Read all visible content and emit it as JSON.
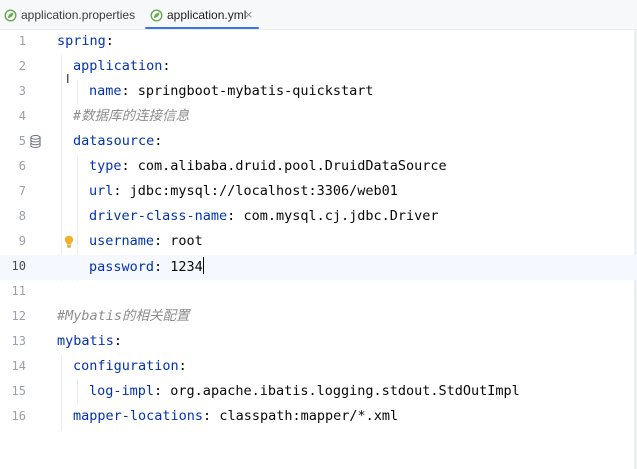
{
  "tabs": [
    {
      "label": "application.properties",
      "icon": "spring-leaf-icon",
      "active": false
    },
    {
      "label": "application.yml",
      "icon": "spring-leaf-icon",
      "active": true,
      "close_glyph": "×"
    }
  ],
  "editor": {
    "lines": [
      {
        "n": "1",
        "key": "spring",
        "sep": ":",
        "value": ""
      },
      {
        "n": "2",
        "key": "application",
        "sep": ":",
        "value": ""
      },
      {
        "n": "3",
        "key": "name",
        "sep": ":",
        "value": " springboot-mybatis-quickstart"
      },
      {
        "n": "4",
        "comment": "#数据库的连接信息"
      },
      {
        "n": "5",
        "key": "datasource",
        "sep": ":",
        "value": ""
      },
      {
        "n": "6",
        "key": "type",
        "sep": ":",
        "value": " com.alibaba.druid.pool.DruidDataSource"
      },
      {
        "n": "7",
        "key": "url",
        "sep": ":",
        "value": " jdbc:mysql://localhost:3306/web01"
      },
      {
        "n": "8",
        "key": "driver-class-name",
        "sep": ":",
        "value": " com.mysql.cj.jdbc.Driver"
      },
      {
        "n": "9",
        "key": "username",
        "sep": ":",
        "value": " root"
      },
      {
        "n": "10",
        "key": "password",
        "sep": ":",
        "value": " 1234"
      },
      {
        "n": "11",
        "key": "",
        "sep": "",
        "value": ""
      },
      {
        "n": "12",
        "comment": "#Mybatis的相关配置"
      },
      {
        "n": "13",
        "key": "mybatis",
        "sep": ":",
        "value": ""
      },
      {
        "n": "14",
        "key": "configuration",
        "sep": ":",
        "value": ""
      },
      {
        "n": "15",
        "key": "log-impl",
        "sep": ":",
        "value": " org.apache.ibatis.logging.stdout.StdOutImpl"
      },
      {
        "n": "16",
        "key": "mapper-locations",
        "sep": ":",
        "value": " classpath:mapper/*.xml"
      }
    ],
    "current_line": "10",
    "gutter_icons": {
      "line_5": "database-icon",
      "line_9": "lightbulb-icon"
    }
  },
  "colors": {
    "key": "#0033b3",
    "comment": "#8c8c8c",
    "current_line_bg": "#f5f8fe",
    "active_tab_underline": "#3574f0"
  }
}
